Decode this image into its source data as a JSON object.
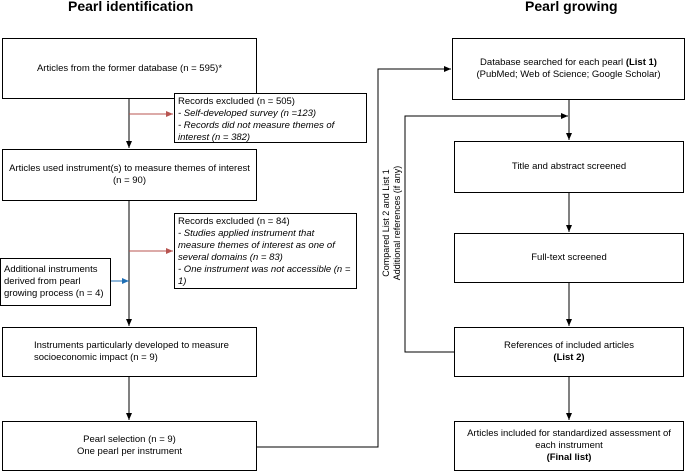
{
  "headings": {
    "left": "Pearl identification",
    "right": "Pearl growing"
  },
  "left_boxes": {
    "former_db": "Articles from the former database (n = 595)*",
    "excluded1": {
      "title": "Records excluded (n = 505)",
      "items": [
        "- Self-developed survey (n =123)",
        "- Records did not measure themes of interest (n = 382)"
      ]
    },
    "used_instrument": {
      "line1": "Articles used instrument(s) to measure themes of interest",
      "line2": "(n = 90)"
    },
    "excluded2": {
      "title": "Records excluded (n = 84)",
      "items": [
        "- Studies applied instrument that measure themes of interest as one of several domains (n = 83)",
        "- One instrument was not accessible (n = 1)"
      ]
    },
    "additional": "Additional instruments derived from pearl growing process (n = 4)",
    "developed": "Instruments particularly developed to measure socioeconomic impact (n = 9)",
    "pearl_selection": {
      "line1": "Pearl selection (n = 9)",
      "line2": "One pearl per instrument"
    }
  },
  "right_boxes": {
    "database": {
      "prefix": "Database searched for each pearl ",
      "bold": "(List 1)",
      "line2": "(PubMed; Web of Science; Google Scholar)"
    },
    "title_abstract": "Title and abstract screened",
    "full_text": "Full-text screened",
    "references": {
      "line1": "References of included articles",
      "bold": "(List 2)"
    },
    "final": {
      "line1": "Articles included for standardized assessment of each instrument",
      "bold": "(Final list)"
    },
    "loop_label": {
      "line1": "Compared List 2 and List 1",
      "line2": "Additional references (if any)"
    }
  },
  "colors": {
    "arrow": "#000000",
    "exclusion_arrow": "#b85450",
    "additional_arrow": "#1f6fb5"
  }
}
